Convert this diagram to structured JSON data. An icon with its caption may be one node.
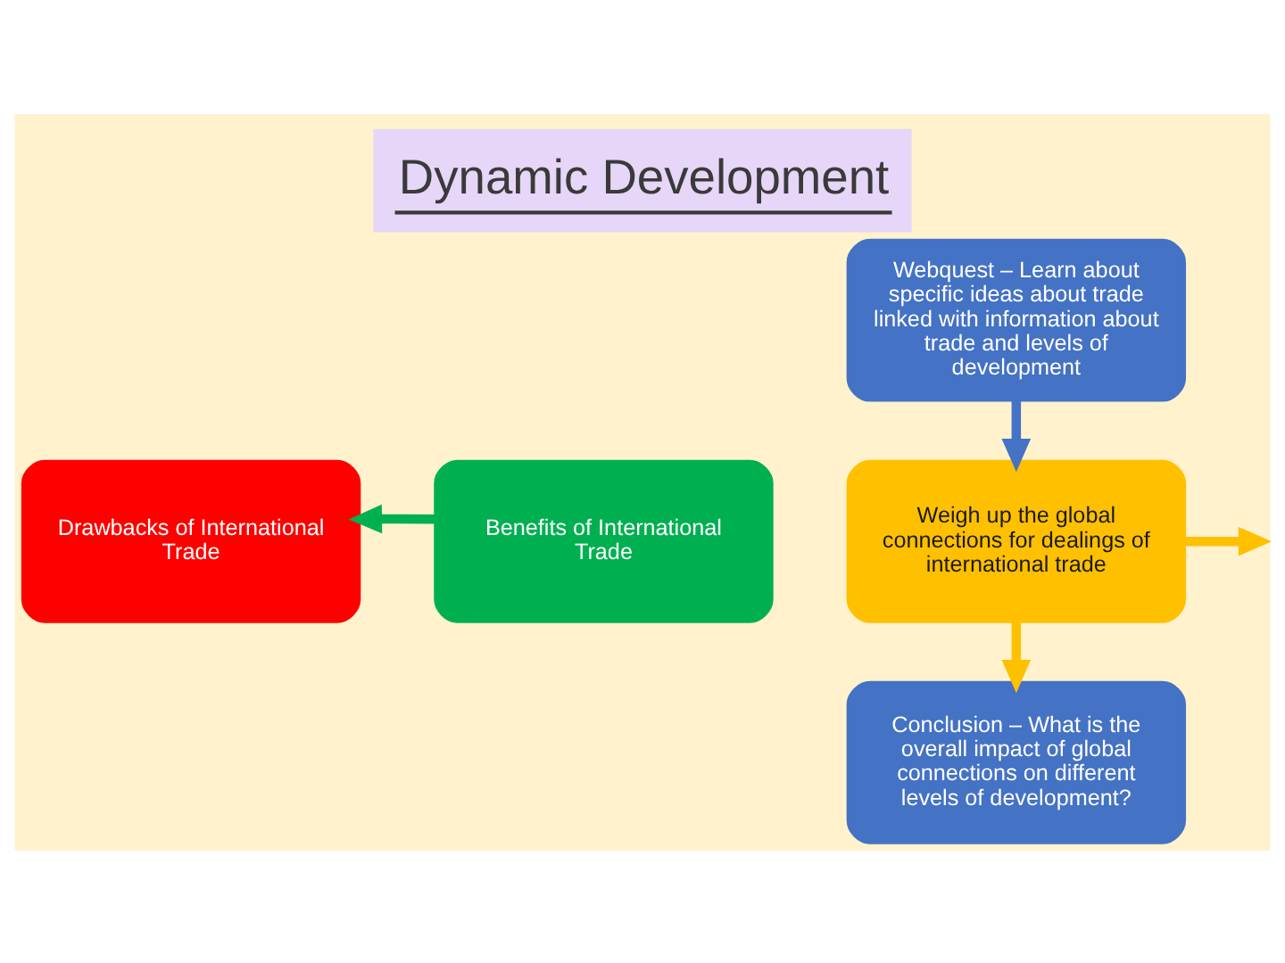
{
  "diagram": {
    "title": "Dynamic Development",
    "nodes": [
      {
        "text": [
          "Webquest – Learn about specific ideas about trade linked with information about trade and levels of development"
        ]
      },
      {
        "text": [
          "Drawbacks of International Trade"
        ]
      },
      {
        "text": [
          "Benefits of International Trade"
        ]
      },
      {
        "text": [
          "Weigh up the global connections for dealings of international trade"
        ]
      },
      {
        "text": [
          "Conclusion – What is the overall impact of global connections on different levels of development?"
        ]
      }
    ],
    "edges": [
      {
        "from": 2,
        "to": 1,
        "arrow": "to",
        "color": "#00b050"
      },
      {
        "from": 0,
        "to": 3,
        "arrow": "to",
        "color": "#4472c4"
      },
      {
        "from": 3,
        "to": 4,
        "arrow": "to"
      },
      {
        "from": 3,
        "to": null,
        "arrow": "to"
      }
    ]
  }
}
